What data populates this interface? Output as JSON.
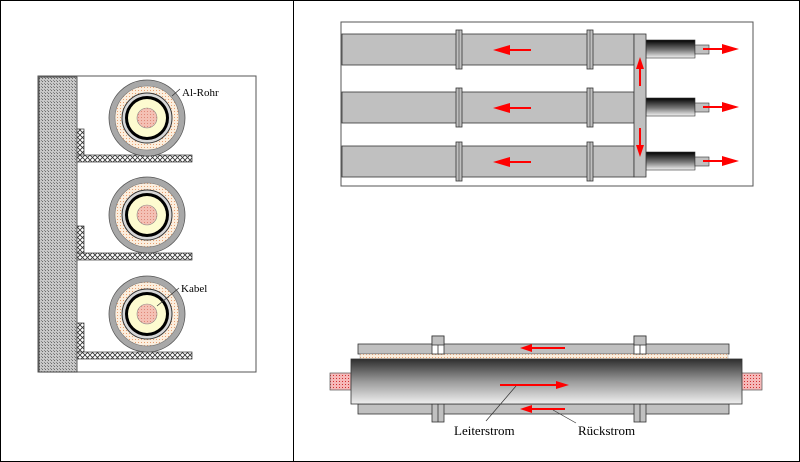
{
  "left_panel": {
    "title": "Cross-section of cable in aluminium pipe",
    "labels": {
      "al_rohr": "Al-Rohr",
      "kabel": "Kabel"
    },
    "cable_count": 3
  },
  "top_right_panel": {
    "title": "Three parallel pipes with return current",
    "pipe_count": 3
  },
  "bottom_right_panel": {
    "title": "Longitudinal section",
    "labels": {
      "leiterstrom": "Leiterstrom",
      "rueckstrom": "Rückstrom"
    }
  },
  "colors": {
    "arrow": "#ff0000",
    "pipe_fill": "#c0c0c0",
    "core": "#f4c4b4",
    "insulation": "#fffdd0"
  }
}
